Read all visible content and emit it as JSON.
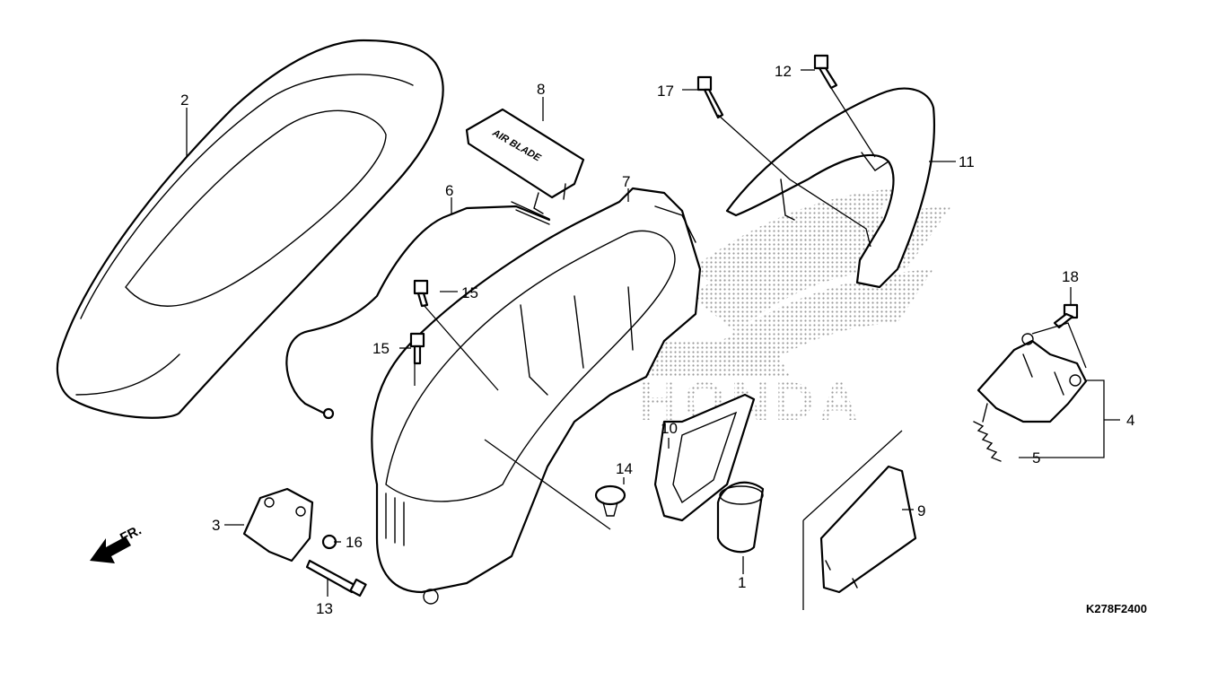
{
  "diagram_code": "K278F2400",
  "watermark_text": "HONDA",
  "front_arrow_label": "FR.",
  "plate_text": "AIR BLADE",
  "callouts": [
    {
      "id": "1",
      "text": "1"
    },
    {
      "id": "2",
      "text": "2"
    },
    {
      "id": "3",
      "text": "3"
    },
    {
      "id": "4",
      "text": "4"
    },
    {
      "id": "5",
      "text": "5"
    },
    {
      "id": "6",
      "text": "6"
    },
    {
      "id": "7",
      "text": "7"
    },
    {
      "id": "8",
      "text": "8"
    },
    {
      "id": "9",
      "text": "9"
    },
    {
      "id": "10",
      "text": "10"
    },
    {
      "id": "11",
      "text": "11"
    },
    {
      "id": "12",
      "text": "12"
    },
    {
      "id": "13",
      "text": "13"
    },
    {
      "id": "14",
      "text": "14"
    },
    {
      "id": "15a",
      "text": "15"
    },
    {
      "id": "15b",
      "text": "15"
    },
    {
      "id": "16",
      "text": "16"
    },
    {
      "id": "17",
      "text": "17"
    },
    {
      "id": "18",
      "text": "18"
    }
  ],
  "colors": {
    "line": "#000000",
    "background": "#ffffff",
    "watermark": "#9a9a9a"
  }
}
